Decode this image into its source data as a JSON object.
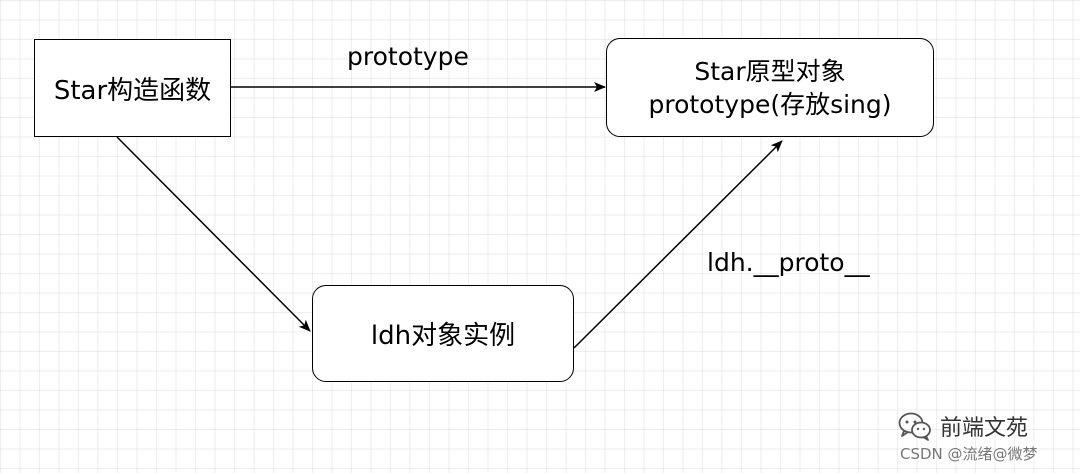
{
  "nodes": {
    "constructor": {
      "label": "Star构造函数"
    },
    "prototype": {
      "line1": "Star原型对象",
      "line2": "prototype(存放sing)"
    },
    "instance": {
      "label": "ldh对象实例"
    }
  },
  "edges": {
    "constructor_to_prototype": {
      "label": "prototype"
    },
    "constructor_to_instance": {
      "label": ""
    },
    "instance_to_prototype": {
      "label": "ldh.__proto__"
    }
  },
  "watermark": {
    "brand": "前端文苑",
    "credit": "CSDN @流绪@微梦"
  },
  "colors": {
    "grid": "#e5e5e5",
    "stroke": "#000000",
    "background": "#ffffff"
  }
}
